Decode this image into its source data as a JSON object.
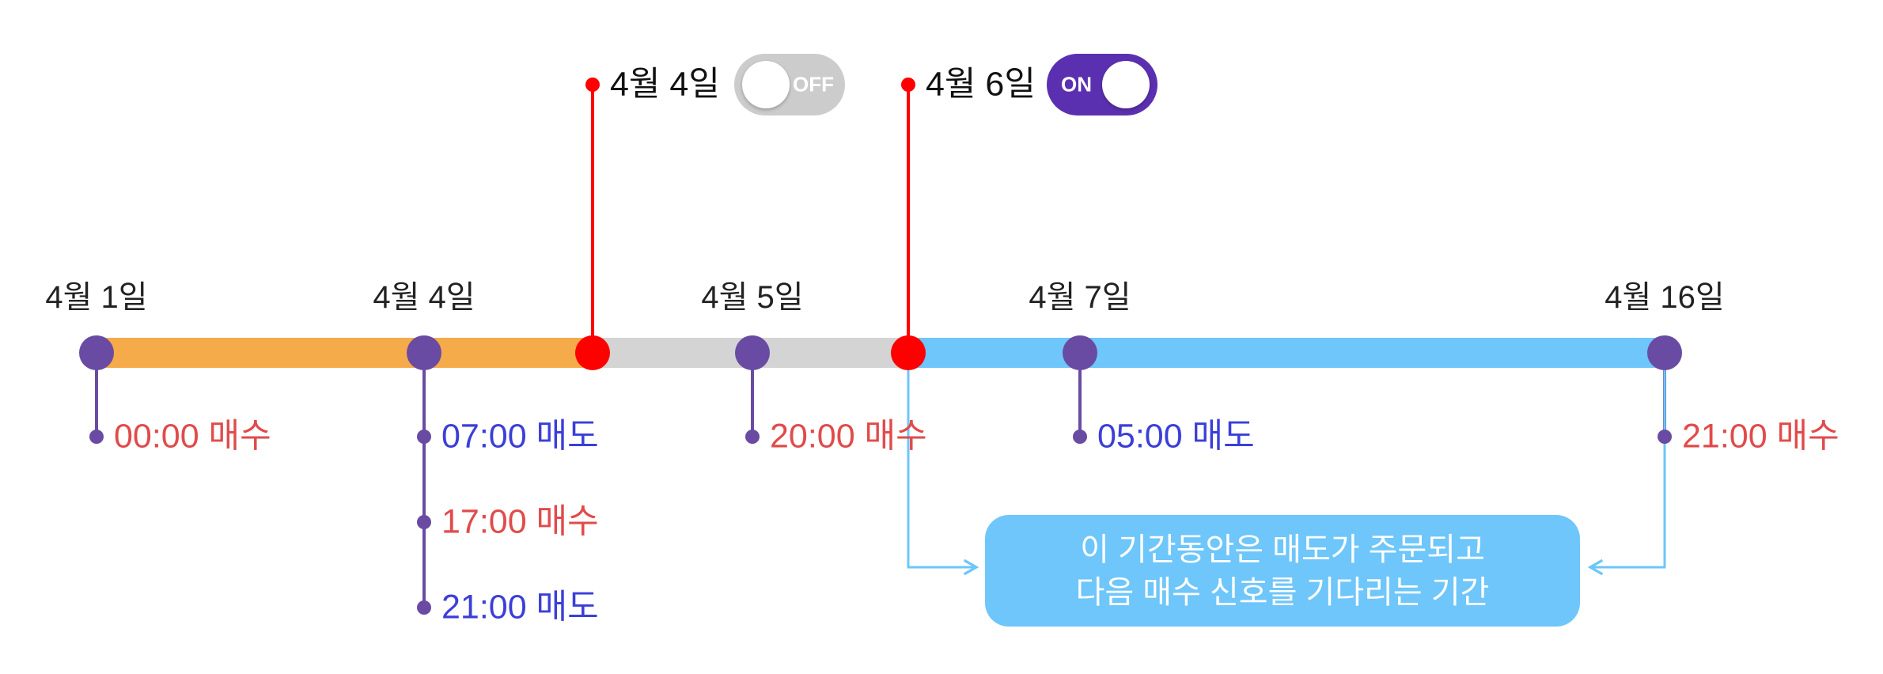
{
  "colors": {
    "holding": "#f6ab4b",
    "idle": "#d4d4d4",
    "waiting": "#6ec6fa",
    "node": "#6a4ba3",
    "marker": "#ff0000",
    "buy_text": "#e14b4b",
    "sell_text": "#3b3fd8",
    "arrow": "#6ec6fa"
  },
  "timeline": {
    "dates": [
      {
        "label": "4월 1일"
      },
      {
        "label": "4월 4일"
      },
      {
        "label": "4월 5일"
      },
      {
        "label": "4월 7일"
      },
      {
        "label": "4월 16일"
      }
    ],
    "events": [
      {
        "date_index": 0,
        "time": "00:00",
        "action": "매수",
        "kind": "buy"
      },
      {
        "date_index": 1,
        "time": "07:00",
        "action": "매도",
        "kind": "sell"
      },
      {
        "date_index": 1,
        "time": "17:00",
        "action": "매수",
        "kind": "buy"
      },
      {
        "date_index": 1,
        "time": "21:00",
        "action": "매도",
        "kind": "sell"
      },
      {
        "date_index": 2,
        "time": "20:00",
        "action": "매수",
        "kind": "buy"
      },
      {
        "date_index": 3,
        "time": "05:00",
        "action": "매도",
        "kind": "sell"
      },
      {
        "date_index": 4,
        "time": "21:00",
        "action": "매수",
        "kind": "buy"
      }
    ]
  },
  "markers": [
    {
      "label": "4월 4일",
      "toggle": {
        "state": "off",
        "text": "OFF"
      }
    },
    {
      "label": "4월 6일",
      "toggle": {
        "state": "on",
        "text": "ON"
      }
    }
  ],
  "info_box": {
    "line1": "이 기간동안은 매도가 주문되고",
    "line2": "다음 매수 신호를 기다리는 기간"
  }
}
